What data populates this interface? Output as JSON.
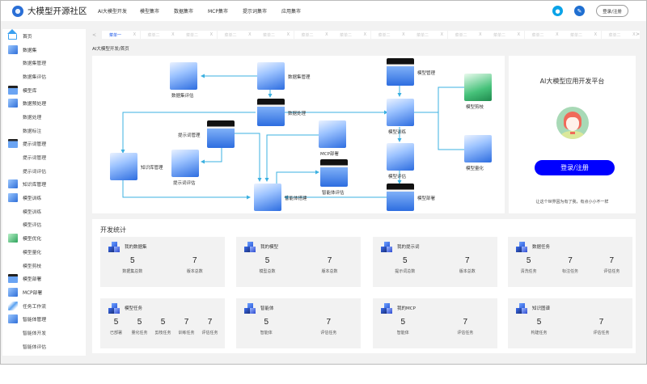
{
  "header": {
    "app_title": "大模型开源社区",
    "nav": [
      "AI大模型开发",
      "模型集市",
      "数据集市",
      "MCP集市",
      "提示词集市",
      "应用集市"
    ],
    "bell_icon": "bell-icon",
    "user_icon": "user-icon",
    "login_label": "登录/注册"
  },
  "sidebar": {
    "items": [
      {
        "label": "首页",
        "icon": "home-icon",
        "type": "top",
        "style": "home"
      },
      {
        "label": "数据集",
        "icon": "dataset-icon",
        "type": "top",
        "style": "blue"
      },
      {
        "label": "数据集管理",
        "type": "sub"
      },
      {
        "label": "数据集评估",
        "type": "sub"
      },
      {
        "label": "模型库",
        "icon": "model-library-icon",
        "type": "top",
        "style": "dark"
      },
      {
        "label": "数据预处理",
        "icon": "preprocess-icon",
        "type": "top",
        "style": "blue"
      },
      {
        "label": "数据处理",
        "type": "sub"
      },
      {
        "label": "数据标注",
        "type": "sub"
      },
      {
        "label": "提示词管理",
        "icon": "prompt-icon",
        "type": "top",
        "style": "dark"
      },
      {
        "label": "提示词管理",
        "type": "sub"
      },
      {
        "label": "提示词评估",
        "type": "sub"
      },
      {
        "label": "知识库管理",
        "icon": "knowledge-icon",
        "type": "top",
        "style": "blue"
      },
      {
        "label": "模型训练",
        "icon": "training-icon",
        "type": "top",
        "style": "blue"
      },
      {
        "label": "模型训练",
        "type": "sub"
      },
      {
        "label": "模型评估",
        "type": "sub"
      },
      {
        "label": "模型优化",
        "icon": "optimize-icon",
        "type": "top",
        "style": "green"
      },
      {
        "label": "模型量化",
        "type": "sub"
      },
      {
        "label": "模型剪枝",
        "type": "sub"
      },
      {
        "label": "模型部署",
        "icon": "deploy-icon",
        "type": "top",
        "style": "dark"
      },
      {
        "label": "MCP部署",
        "icon": "mcp-icon",
        "type": "top",
        "style": "blue"
      },
      {
        "label": "任务工作流",
        "icon": "workflow-icon",
        "type": "top",
        "style": "flow"
      },
      {
        "label": "智能体管理",
        "icon": "agent-icon",
        "type": "top",
        "style": "blue"
      },
      {
        "label": "智能体开发",
        "type": "sub"
      },
      {
        "label": "智能体评估",
        "type": "sub"
      }
    ]
  },
  "tabs": {
    "prev": "<",
    "next": ">",
    "items": [
      {
        "label": "菜单一",
        "active": true
      },
      {
        "label": "菜单二"
      },
      {
        "label": "菜单二"
      },
      {
        "label": "菜单二"
      },
      {
        "label": "菜单二"
      },
      {
        "label": "菜单二"
      },
      {
        "label": "菜单二"
      },
      {
        "label": "菜单二"
      },
      {
        "label": "菜单二"
      },
      {
        "label": "菜单二"
      },
      {
        "label": "菜单二"
      },
      {
        "label": "菜单二"
      },
      {
        "label": "菜单二"
      },
      {
        "label": "菜单二"
      }
    ],
    "close": "X"
  },
  "breadcrumb": "AI大模型开发/首页",
  "flow": {
    "nodes": [
      {
        "id": "dataset_eval",
        "label": "数据集评估",
        "style": "n-blue"
      },
      {
        "id": "dataset_mgmt",
        "label": "数据集管理",
        "style": "n-blue"
      },
      {
        "id": "data_proc",
        "label": "数据处理",
        "style": "n-dark"
      },
      {
        "id": "prompt_mgmt",
        "label": "提示词管理",
        "style": "n-dark"
      },
      {
        "id": "prompt_eval",
        "label": "提示词评估",
        "style": "n-blue"
      },
      {
        "id": "kb_mgmt",
        "label": "知识库管理",
        "style": "n-blue"
      },
      {
        "id": "agent_build",
        "label": "智能体搭建",
        "style": "n-blue"
      },
      {
        "id": "mcp_deploy",
        "label": "MCP部署",
        "style": "n-blue"
      },
      {
        "id": "agent_eval",
        "label": "智能体评估",
        "style": "n-dark"
      },
      {
        "id": "model_mgmt",
        "label": "模型管理",
        "style": "n-dark"
      },
      {
        "id": "model_train",
        "label": "模型训练",
        "style": "n-blue"
      },
      {
        "id": "model_eval",
        "label": "模型评估",
        "style": "n-blue"
      },
      {
        "id": "model_deploy",
        "label": "模型部署",
        "style": "n-dark"
      },
      {
        "id": "model_prune",
        "label": "模型剪枝",
        "style": "n-green"
      },
      {
        "id": "model_quant",
        "label": "模型量化",
        "style": "n-blue"
      }
    ],
    "line_color": "#3bb0e0"
  },
  "platform": {
    "title": "AI大模型应用开发平台",
    "login_label": "登录/注册",
    "slogan": "让这个世界因为有了我，有点小小不一样",
    "button_color": "#0000ff"
  },
  "stats": {
    "title": "开发统计",
    "cards": [
      {
        "title": "我的数据集",
        "metrics": [
          {
            "value": "5",
            "label": "数据集总数"
          },
          {
            "value": "7",
            "label": "版本总数"
          }
        ]
      },
      {
        "title": "我的模型",
        "metrics": [
          {
            "value": "5",
            "label": "模型总数"
          },
          {
            "value": "7",
            "label": "版本总数"
          }
        ]
      },
      {
        "title": "我的提示词",
        "metrics": [
          {
            "value": "5",
            "label": "提示词总数"
          },
          {
            "value": "7",
            "label": "版本总数"
          }
        ]
      },
      {
        "title": "数据任务",
        "metrics": [
          {
            "value": "5",
            "label": "清洗任务"
          },
          {
            "value": "7",
            "label": "标注任务"
          },
          {
            "value": "7",
            "label": "评估任务"
          }
        ]
      },
      {
        "title": "模型任务",
        "metrics": [
          {
            "value": "5",
            "label": "已部署"
          },
          {
            "value": "5",
            "label": "量化任务"
          },
          {
            "value": "5",
            "label": "剪枝任务"
          },
          {
            "value": "7",
            "label": "训练任务"
          },
          {
            "value": "7",
            "label": "评估任务"
          }
        ]
      },
      {
        "title": "智能体",
        "metrics": [
          {
            "value": "5",
            "label": "智能体"
          },
          {
            "value": "7",
            "label": "评估任务"
          }
        ]
      },
      {
        "title": "我的MCP",
        "metrics": [
          {
            "value": "5",
            "label": "智能体"
          },
          {
            "value": "7",
            "label": "评估任务"
          }
        ]
      },
      {
        "title": "知识图谱",
        "metrics": [
          {
            "value": "5",
            "label": "构建任务"
          },
          {
            "value": "7",
            "label": "评估任务"
          }
        ]
      }
    ]
  }
}
